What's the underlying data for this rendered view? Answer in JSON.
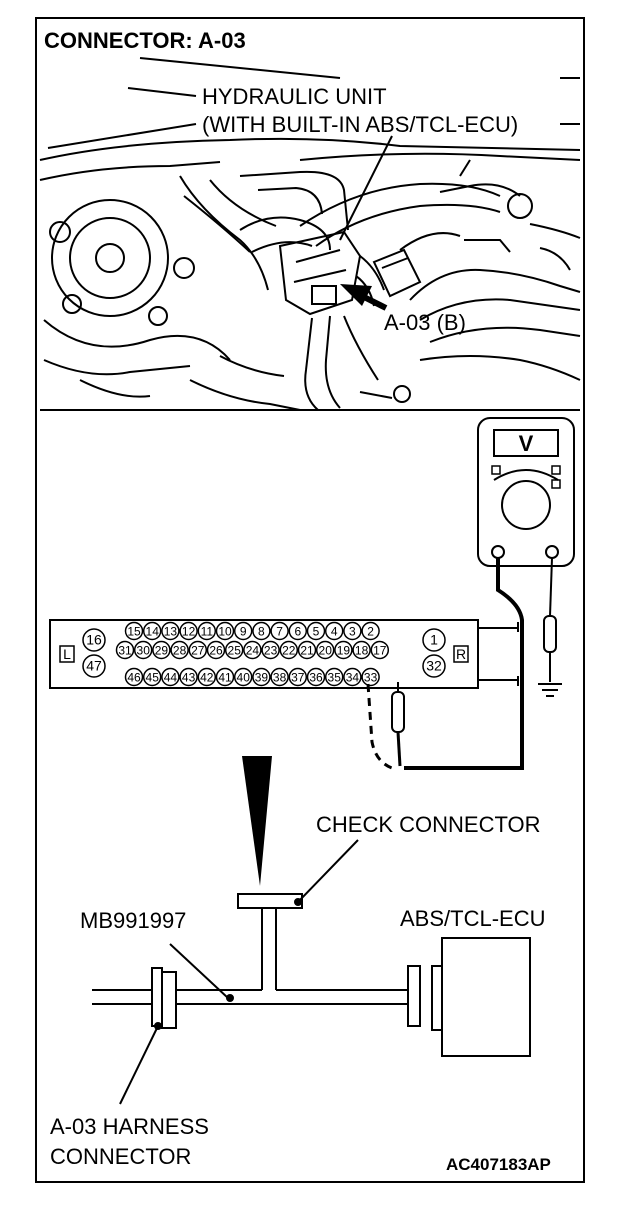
{
  "title": "CONNECTOR: A-03",
  "labels": {
    "hydraulic_unit_line1": "HYDRAULIC UNIT",
    "hydraulic_unit_line2": "(WITH BUILT-IN ABS/TCL-ECU)",
    "connector_callout": "A-03 (B)",
    "check_connector": "CHECK CONNECTOR",
    "tool_number": "MB991997",
    "ecu": "ABS/TCL-ECU",
    "harness_line1": "A-03 HARNESS",
    "harness_line2": "CONNECTOR",
    "figure_code": "AC407183AP"
  },
  "meter": {
    "mode_symbol": "V"
  },
  "connector_face": {
    "side_left": "L",
    "side_right": "R",
    "top_row": [
      "15",
      "14",
      "13",
      "12",
      "11",
      "10",
      "9",
      "8",
      "7",
      "6",
      "5",
      "4",
      "3",
      "2"
    ],
    "middle_row": [
      "31",
      "30",
      "29",
      "28",
      "27",
      "26",
      "25",
      "24",
      "23",
      "22",
      "21",
      "20",
      "19",
      "18",
      "17"
    ],
    "bottom_row": [
      "46",
      "45",
      "44",
      "43",
      "42",
      "41",
      "40",
      "39",
      "38",
      "37",
      "36",
      "35",
      "34",
      "33"
    ],
    "left_pins": [
      "16",
      "47"
    ],
    "right_pins": [
      "1",
      "32"
    ]
  }
}
